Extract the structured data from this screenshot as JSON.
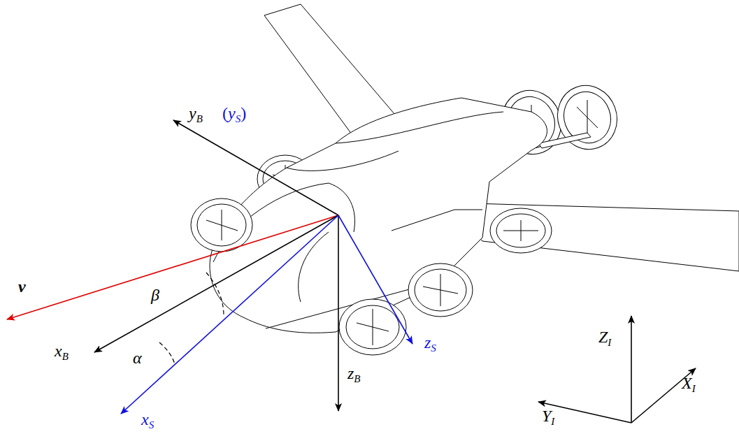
{
  "diagram": {
    "labels": [
      "yB",
      "(yS)",
      "v",
      "β",
      "xB",
      "α",
      "zB",
      "zS",
      "xS",
      "ZI",
      "XI",
      "YI"
    ]
  }
}
